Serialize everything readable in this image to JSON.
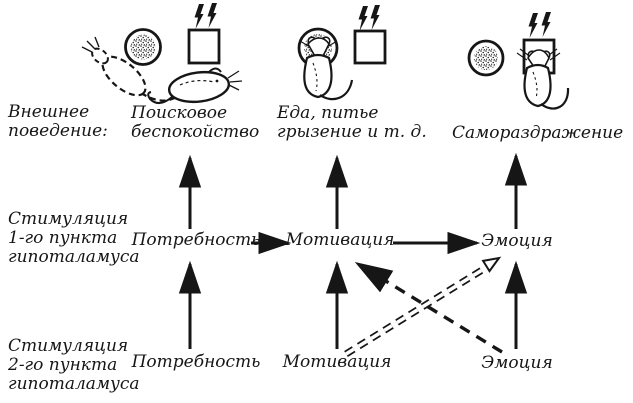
{
  "colors": {
    "ink": "#161616",
    "background": "#ffffff"
  },
  "left_labels": {
    "external_behavior": {
      "line1": "Внешнее",
      "line2": "поведение:"
    },
    "stimulation_point_1": {
      "line1": "Стимуляция",
      "line2": "1-го пункта",
      "line3": "гипоталамуса"
    },
    "stimulation_point_2": {
      "line1": "Стимуляция",
      "line2": "2-го пункта",
      "line3": "гипоталамуса"
    }
  },
  "behavior_labels": {
    "search_restlessness": {
      "line1": "Поисковое",
      "line2": "беспокойство"
    },
    "eating_drinking": {
      "line1": "Еда, питье",
      "line2": "грызение и т. д."
    },
    "self_stimulation": {
      "line1": "Самораздражение"
    }
  },
  "chain_point_1": {
    "need": "Потребность",
    "motivation": "Мотивация",
    "emotion": "Эмоция"
  },
  "chain_point_2": {
    "need": "Потребность",
    "motivation": "Мотивация",
    "emotion": "Эмоция"
  },
  "icons": {
    "food_dish": "stippled-circle-food-dish",
    "electrode_box": "square-box-with-lightning-electrode",
    "lightning": "lightning-bolts",
    "rat_searching": "rat-dashed-outline-searching",
    "rat_lying": "rat-lying",
    "rat_eating": "rat-eating-from-dish",
    "rat_self_stimulating": "rat-head-in-electrode-box"
  }
}
